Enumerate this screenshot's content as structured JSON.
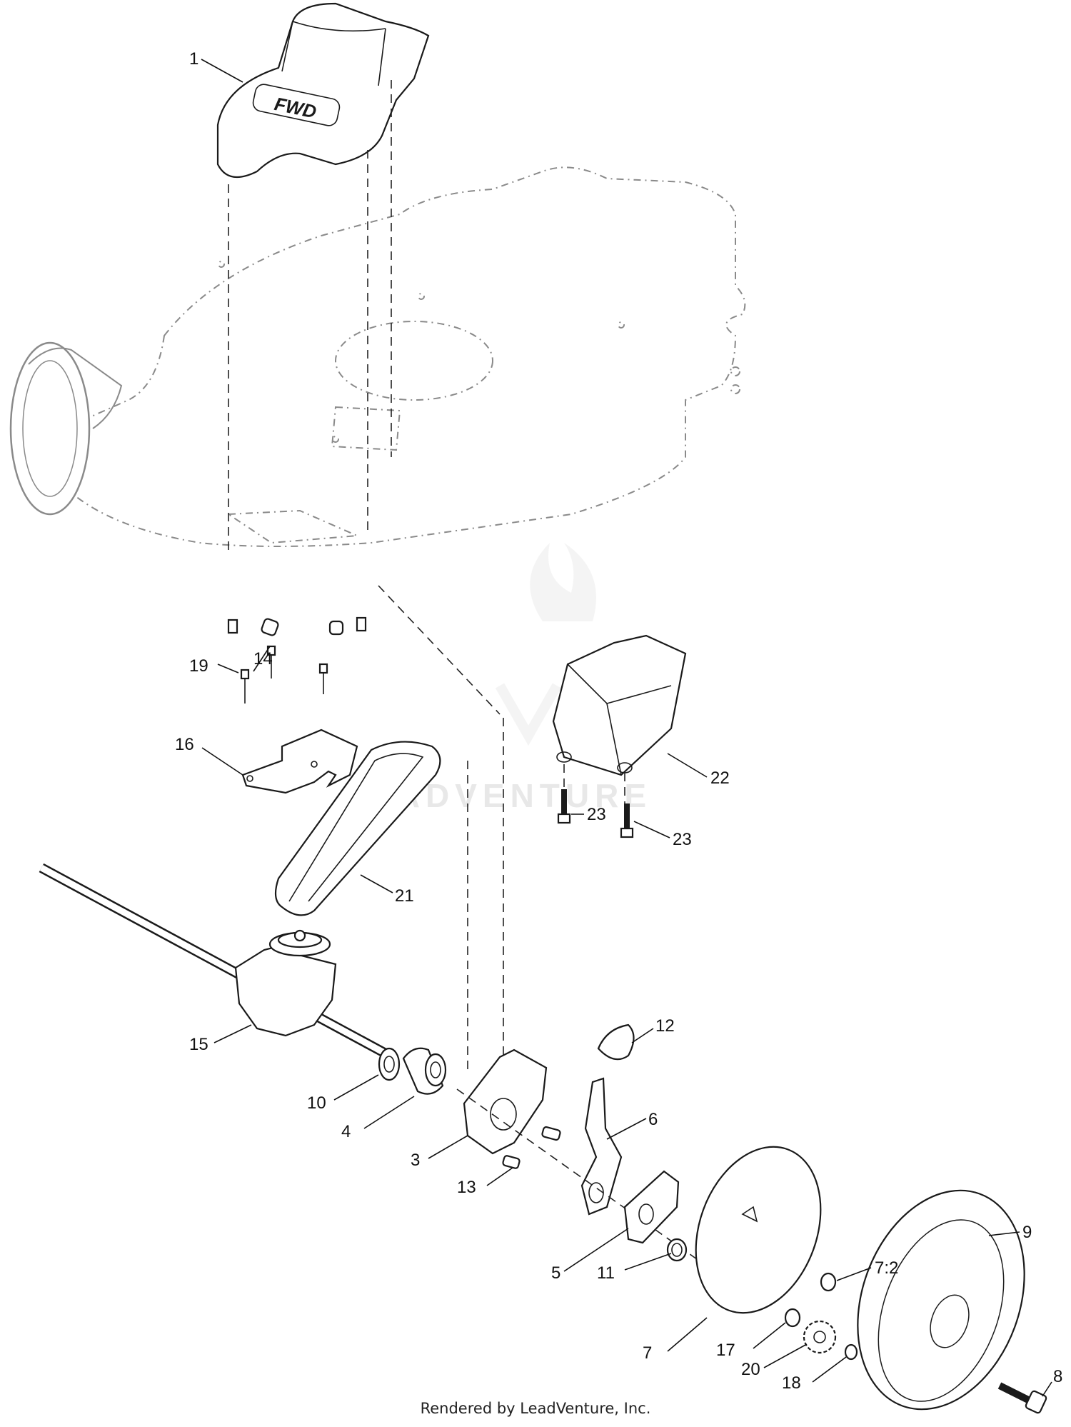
{
  "footer": "Rendered by LeadVenture, Inc.",
  "watermark": "LEADVENTURE",
  "top_cover_logo": "FWD",
  "callouts": {
    "c1": "1",
    "c14": "14",
    "c19": "19",
    "c16": "16",
    "c22": "22",
    "c23a": "23",
    "c23b": "23",
    "c21": "21",
    "c15": "15",
    "c12": "12",
    "c10": "10",
    "c4": "4",
    "c6": "6",
    "c3": "3",
    "c13": "13",
    "c5": "5",
    "c11": "11",
    "c7_2": "7:2",
    "c9": "9",
    "c7": "7",
    "c17": "17",
    "c20": "20",
    "c18": "18",
    "c8": "8"
  },
  "colors": {
    "line": "#1a1a1a",
    "ghost": "#8a8a8a",
    "watermark": "#e8e8e8"
  }
}
